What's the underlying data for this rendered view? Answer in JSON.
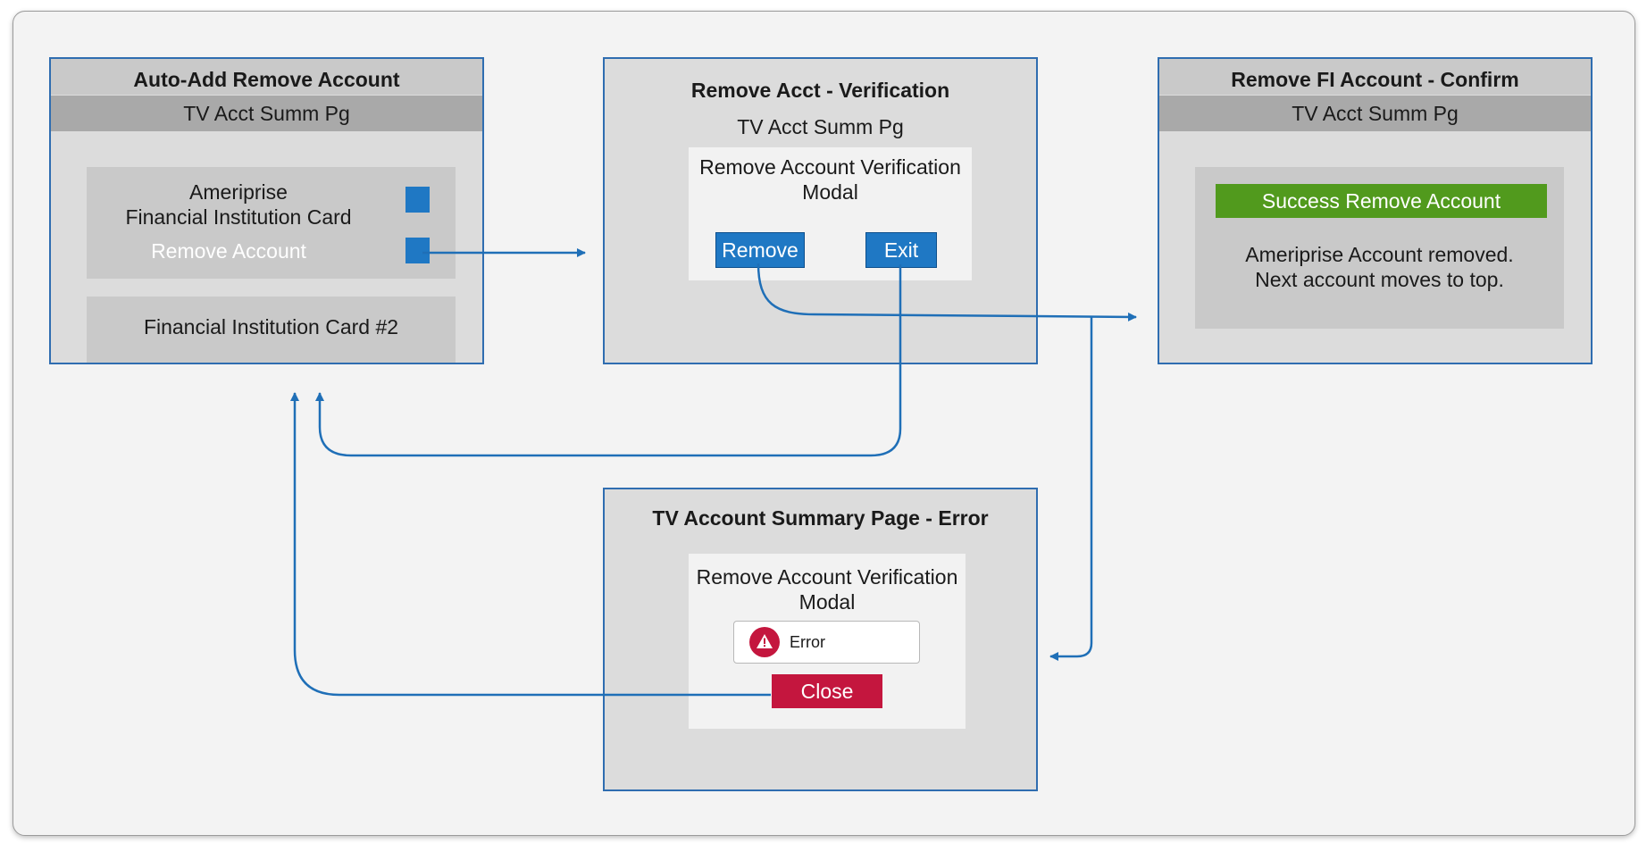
{
  "screens": {
    "auto_add": {
      "title": "Auto-Add Remove Account",
      "subtitle": "TV Acct Summ Pg",
      "card1_line1": "Ameriprise",
      "card1_line2": "Financial Institution Card",
      "card1_action": "Remove Account",
      "card2": "Financial Institution Card #2"
    },
    "verification": {
      "title": "Remove Acct - Verification",
      "subtitle": "TV Acct Summ Pg",
      "modal_line1": "Remove Account Verification",
      "modal_line2": "Modal",
      "remove_label": "Remove",
      "exit_label": "Exit"
    },
    "confirm": {
      "title": "Remove FI Account - Confirm",
      "subtitle": "TV Acct Summ Pg",
      "success_label": "Success Remove Account",
      "message_line1": "Ameriprise Account removed.",
      "message_line2": "Next account moves to top."
    },
    "error": {
      "title": "TV Account Summary Page - Error",
      "modal_line1": "Remove Account Verification",
      "modal_line2": "Modal",
      "error_label": "Error",
      "close_label": "Close"
    }
  },
  "colors": {
    "border": "#2f6db0",
    "button_blue": "#1f78c4",
    "success_green": "#519a1d",
    "error_red": "#c4163e"
  },
  "icons": [
    "warning-icon"
  ]
}
